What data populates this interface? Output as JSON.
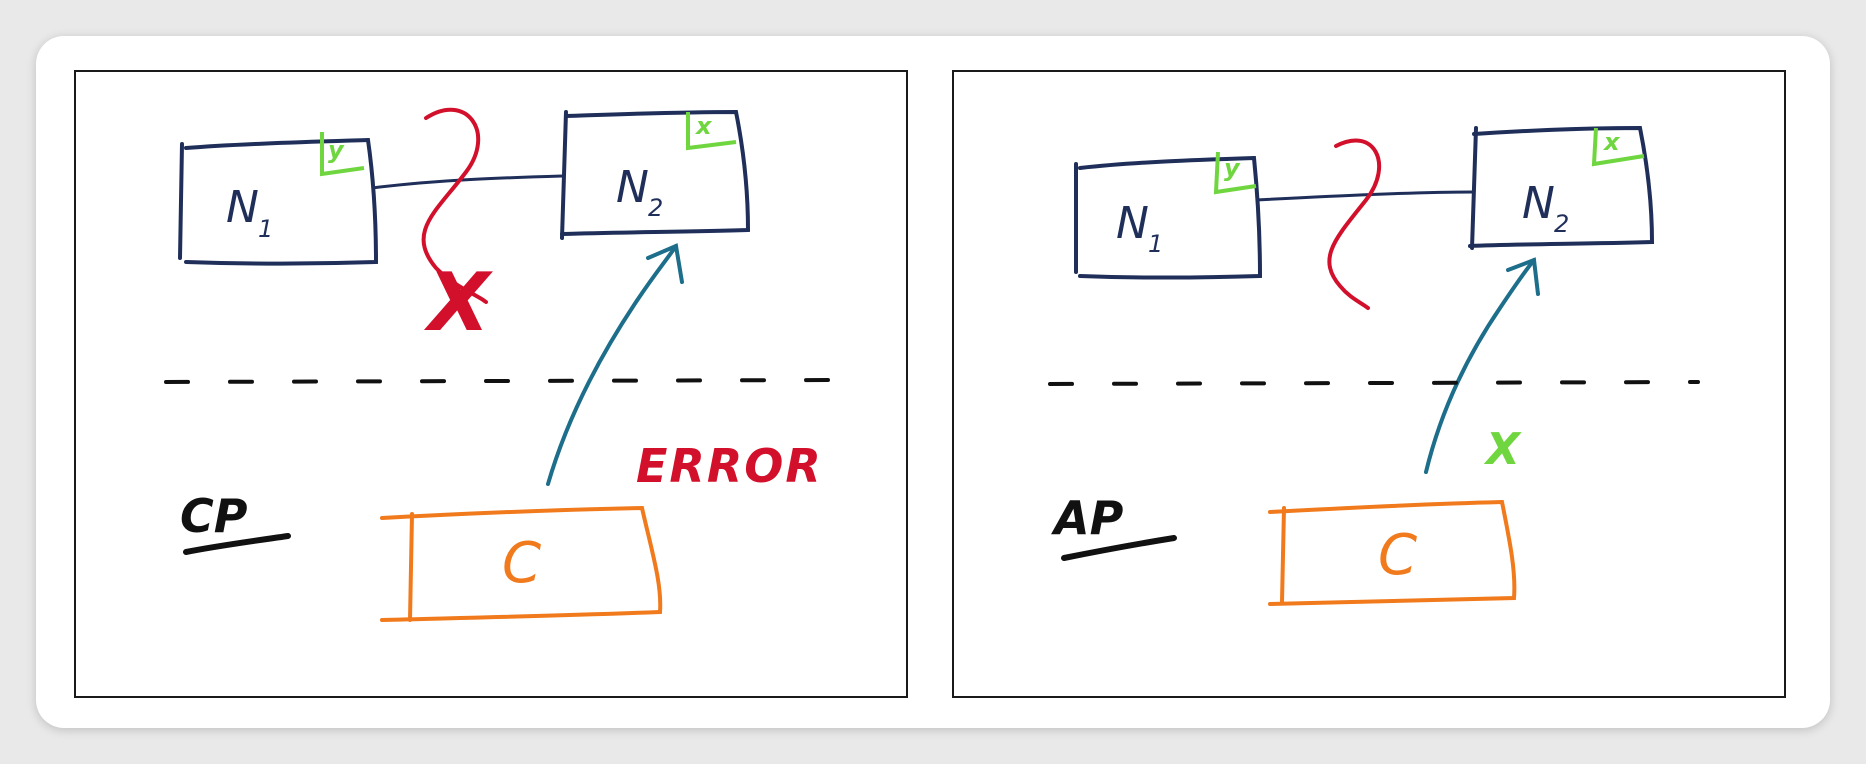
{
  "panels": [
    {
      "id": "cp",
      "mode_label": "CP",
      "node1": {
        "letter": "N",
        "sub": "1",
        "value": "y"
      },
      "node2": {
        "letter": "N",
        "sub": "2",
        "value": "x"
      },
      "client_label": "C",
      "partition_mark": "X",
      "response_label": "ERROR"
    },
    {
      "id": "ap",
      "mode_label": "AP",
      "node1": {
        "letter": "N",
        "sub": "1",
        "value": "y"
      },
      "node2": {
        "letter": "N",
        "sub": "2",
        "value": "x"
      },
      "client_label": "C",
      "response_label": "X"
    }
  ],
  "colors": {
    "node_ink": "#1f2f5a",
    "partition_ink": "#d2102b",
    "value_ink": "#6fd640",
    "client_ink": "#f07a1c",
    "request_ink": "#1d6e8a",
    "mode_ink": "#111111"
  }
}
